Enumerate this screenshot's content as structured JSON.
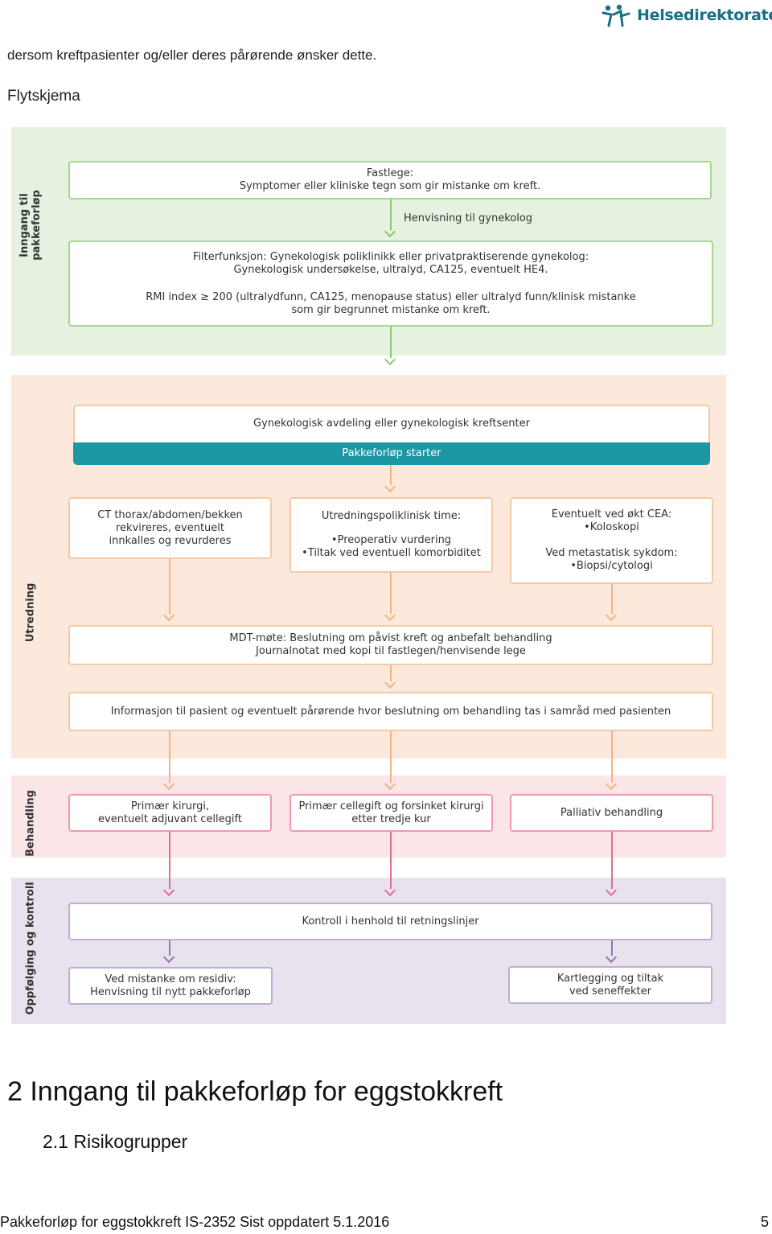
{
  "header": {
    "logo_text": "Helsedirektoratet",
    "logo_icon": "helsedirektoratet-logo-icon"
  },
  "intro_text": "dersom kreftpasienter og/eller deres pårørende ønsker dette.",
  "flow_title": "Flytskjema",
  "flowchart": {
    "sections": {
      "inngang": [
        "Inngang til",
        "pakkeforløp"
      ],
      "utredning": "Utredning",
      "behandling": "Behandling",
      "oppfolging": "Oppfølging og kontroll"
    },
    "fastlege": [
      "Fastlege:",
      "Symptomer eller kliniske tegn som gir mistanke om kreft."
    ],
    "henvisning": "Henvisning til gynekolog",
    "filter": [
      "Filterfunksjon: Gynekologisk poliklinikk eller privatpraktiserende gynekolog:",
      "Gynekologisk undersøkelse, ultralyd, CA125, eventuelt HE4.",
      "RMI index ≥ 200 (ultralydfunn, CA125, menopause status) eller ultralyd funn/klinisk mistanke",
      "som gir begrunnet mistanke om kreft."
    ],
    "avdeling": "Gynekologisk avdeling eller gynekologisk kreftsenter",
    "pakkeforlop_starter": "Pakkeforløp starter",
    "ct_box": [
      "CT thorax/abdomen/bekken",
      "rekvireres, eventuelt",
      "innkalles og revurderes"
    ],
    "utredning_box": [
      "Utredningspoliklinisk time:",
      "•Preoperativ vurdering",
      "•Tiltak ved eventuell komorbiditet"
    ],
    "cea_box": [
      "Eventuelt ved økt CEA:",
      "•Koloskopi",
      "Ved metastatisk sykdom:",
      "•Biopsi/cytologi"
    ],
    "mdt": [
      "MDT-møte: Beslutning om påvist kreft og anbefalt behandling",
      "Journalnotat med kopi til fastlegen/henvisende lege"
    ],
    "informasjon": "Informasjon til pasient og eventuelt pårørende hvor beslutning om behandling tas i samråd med pasienten",
    "kirurgi": [
      "Primær kirurgi,",
      "eventuelt adjuvant cellegift"
    ],
    "cellegift": [
      "Primær cellegift og  forsinket kirurgi",
      "etter  tredje kur"
    ],
    "palliativ": "Palliativ behandling",
    "kontroll": "Kontroll i henhold til retningslinjer",
    "residiv": [
      "Ved mistanke om residiv:",
      "Henvisning til nytt pakkeforløp"
    ],
    "kartlegging": [
      "Kartlegging og tiltak",
      "ved seneffekter"
    ]
  },
  "heading_2": "2 Inngang til pakkeforløp for eggstokkreft",
  "heading_2_1": "2.1 Risikogrupper",
  "footer": {
    "text": "Pakkeforløp for eggstokkreft IS-2352 Sist oppdatert 5.1.2016",
    "page_number": "5"
  },
  "colors": {
    "inngang_bg": "#e5f2e0",
    "utredning_bg": "#fde9dc",
    "behandling_bg": "#fbe5e7",
    "oppfolging_bg": "#e8e2ee",
    "teal": "#1c97a3",
    "logo": "#1a6e86"
  }
}
